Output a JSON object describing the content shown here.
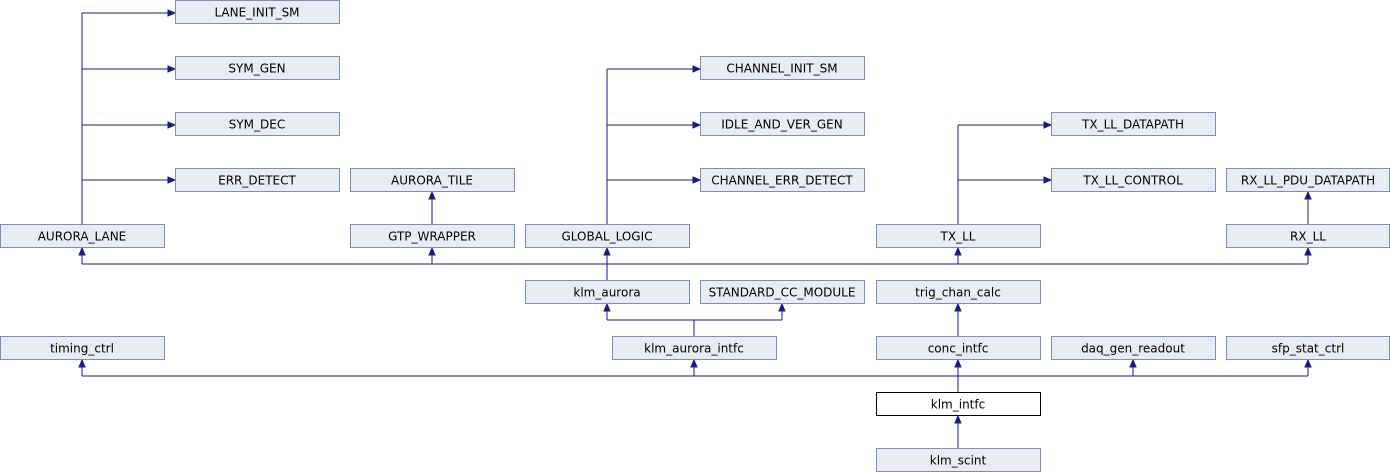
{
  "nodes": {
    "lane_init_sm": "LANE_INIT_SM",
    "sym_gen": "SYM_GEN",
    "sym_dec": "SYM_DEC",
    "err_detect": "ERR_DETECT",
    "aurora_tile": "AURORA_TILE",
    "channel_init_sm": "CHANNEL_INIT_SM",
    "idle_and_ver_gen": "IDLE_AND_VER_GEN",
    "channel_err_detect": "CHANNEL_ERR_DETECT",
    "tx_ll_datapath": "TX_LL_DATAPATH",
    "tx_ll_control": "TX_LL_CONTROL",
    "rx_ll_pdu_datapath": "RX_LL_PDU_DATAPATH",
    "aurora_lane": "AURORA_LANE",
    "gtp_wrapper": "GTP_WRAPPER",
    "global_logic": "GLOBAL_LOGIC",
    "tx_ll": "TX_LL",
    "rx_ll": "RX_LL",
    "klm_aurora": "klm_aurora",
    "standard_cc_module": "STANDARD_CC_MODULE",
    "trig_chan_calc": "trig_chan_calc",
    "timing_ctrl": "timing_ctrl",
    "klm_aurora_intfc": "klm_aurora_intfc",
    "conc_intfc": "conc_intfc",
    "daq_gen_readout": "daq_gen_readout",
    "sfp_stat_ctrl": "sfp_stat_ctrl",
    "klm_intfc": "klm_intfc",
    "klm_scint": "klm_scint"
  },
  "colors": {
    "node_fill": "#e8ecf4",
    "node_border": "#7b8fb8",
    "root_border": "#000000",
    "edge": "#1a1a8c"
  }
}
